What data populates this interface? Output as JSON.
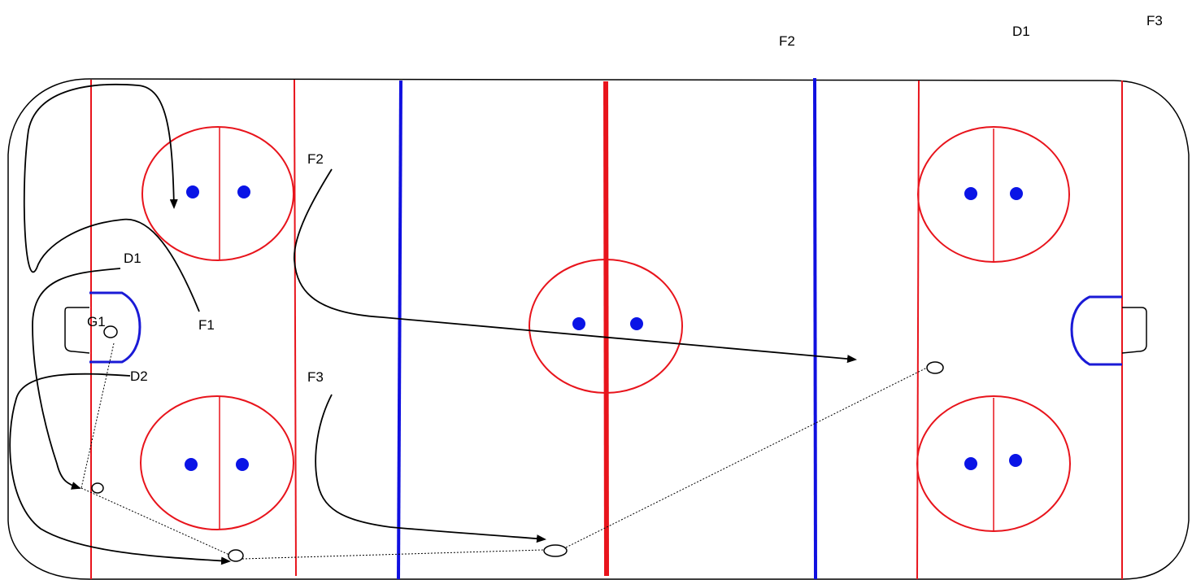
{
  "colors": {
    "boards": "#000000",
    "red_line": "#e8141c",
    "blue_line": "#1010e0",
    "faceoff_dot": "#0a14e6",
    "crease": "#1a1ad6",
    "path": "#000000"
  },
  "top_labels": {
    "f2": "F2",
    "d1": "D1",
    "f3": "F3"
  },
  "player_labels": {
    "f2": "F2",
    "d1": "D1",
    "g1": "G1",
    "f1": "F1",
    "d2": "D2",
    "f3": "F3"
  }
}
